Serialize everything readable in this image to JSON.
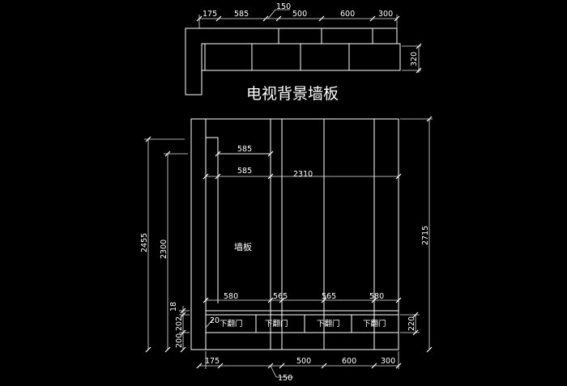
{
  "title": "电视背景墙板",
  "panel_label": "墙板",
  "top_view": {
    "dims_top": [
      "175",
      "585",
      "150",
      "500",
      "600",
      "300"
    ],
    "dim_right": "320"
  },
  "front_view": {
    "upper_dims": [
      "585",
      "585",
      "2310"
    ],
    "shelf_dims": [
      "580",
      "565",
      "565",
      "580"
    ],
    "door_labels": [
      "下翻门",
      "下翻门",
      "下翻门",
      "下翻门"
    ],
    "left_dims": [
      "2455",
      "2300",
      "18",
      "202",
      "200"
    ],
    "small_dim": "20",
    "right_dims": [
      "2715",
      "220"
    ],
    "bottom_dims": [
      "175",
      "500",
      "600",
      "300",
      "150"
    ]
  },
  "colors": {
    "background": "#000000",
    "line": "#ffffff"
  }
}
